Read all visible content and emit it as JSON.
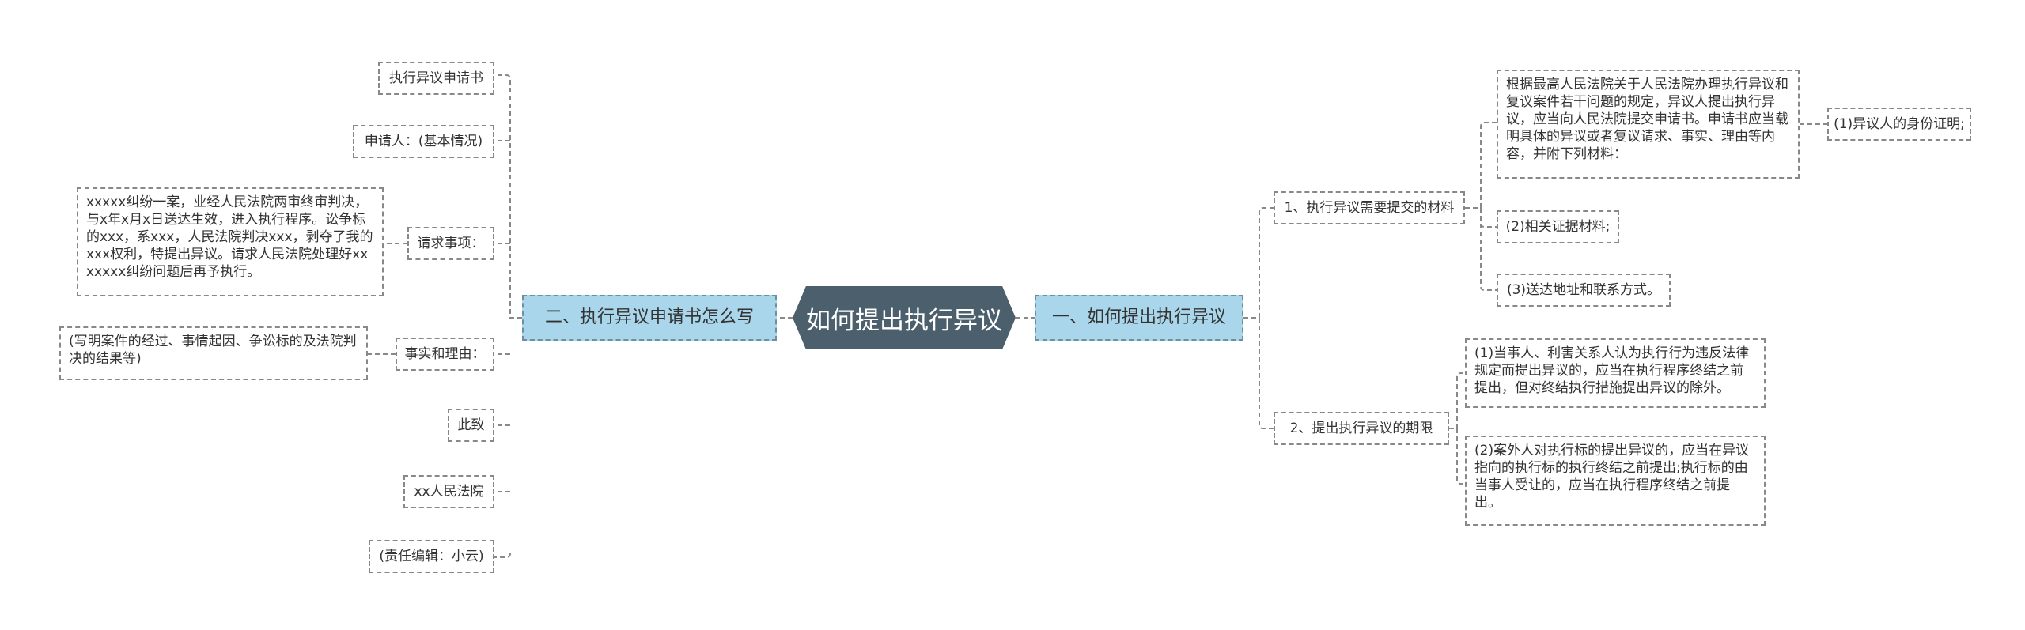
{
  "root": "如何提出执行异议",
  "left": {
    "branch": "二、执行异议申请书怎么写",
    "items": {
      "title": "执行异议申请书",
      "applicant": "申请人：(基本情况)",
      "request_label": "请求事项：",
      "request_text": "xxxxx纠纷一案，业经人民法院两审终审判决，与x年x月x日送达生效，进入执行程序。讼争标的xxx，系xxx，人民法院判决xxx，剥夺了我的xxx权利，特提出异议。请求人民法院处理好xxxxxxx纠纷问题后再予执行。",
      "facts_label": "事实和理由：",
      "facts_text": "(写明案件的经过、事情起因、争讼标的及法院判决的结果等)",
      "closing": "此致",
      "court": "xx人民法院",
      "editor": "(责任编辑：小云)"
    }
  },
  "right": {
    "branch": "一、如何提出执行异议",
    "materials": {
      "label": "1、执行异议需要提交的材料",
      "intro": "根据最高人民法院关于人民法院办理执行异议和复议案件若干问题的规定，异议人提出执行异议，应当向人民法院提交申请书。申请书应当载明具体的异议或者复议请求、事实、理由等内容，并附下列材料：",
      "item1": "(1)异议人的身份证明;",
      "item2": "(2)相关证据材料;",
      "item3": "(3)送达地址和联系方式。"
    },
    "deadline": {
      "label": "2、提出执行异议的期限",
      "item1": "(1)当事人、利害关系人认为执行行为违反法律规定而提出异议的，应当在执行程序终结之前提出，但对终结执行措施提出异议的除外。",
      "item2": "(2)案外人对执行标的提出异议的，应当在异议指向的执行标的执行终结之前提出;执行标的由当事人受让的，应当在执行程序终结之前提出。"
    }
  }
}
